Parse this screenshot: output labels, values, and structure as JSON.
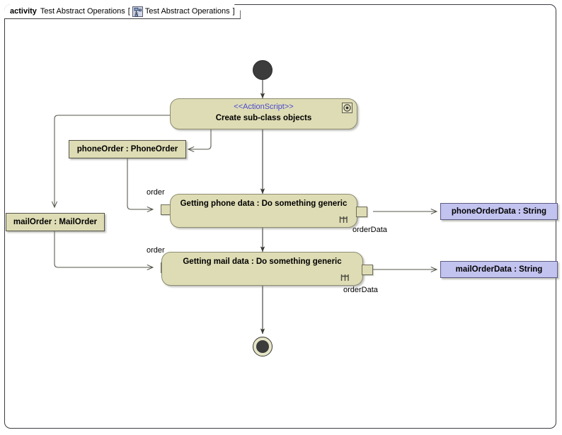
{
  "frame": {
    "keyword": "activity",
    "name": "Test Abstract Operations",
    "bracket_open": "[",
    "bracket_close": "]",
    "inner_name": "Test Abstract Operations",
    "icon": "activity-diagram-icon",
    "border_color": "#3b3b44",
    "background": "#ffffff"
  },
  "colors": {
    "action_fill": "#dedcb4",
    "action_border": "#8d8c72",
    "object_fill": "#dedcb4",
    "datastore_fill": "#c3c3f0",
    "stereotype_text": "#4a4ad0",
    "node_dark": "#3c3c3c",
    "line": "#3a3a33"
  },
  "nodes": {
    "initial": {
      "name": "initial-node",
      "shape": "filled-circle"
    },
    "final": {
      "name": "activity-final-node",
      "shape": "ringed-circle"
    },
    "create_action": {
      "stereotype": "<<ActionScript>>",
      "label": "Create sub-class objects",
      "badge_icon": "action-script-badge-icon"
    },
    "phone_order_object": {
      "label": "phoneOrder : PhoneOrder"
    },
    "mail_order_object": {
      "label": "mailOrder : MailOrder"
    },
    "phone_action": {
      "label": "Getting phone data : Do something generic",
      "rake_icon": "call-behavior-rake-icon"
    },
    "mail_action": {
      "label": "Getting mail data : Do something generic",
      "rake_icon": "call-behavior-rake-icon"
    },
    "phone_order_data": {
      "label": "phoneOrderData : String"
    },
    "mail_order_data": {
      "label": "mailOrderData : String"
    }
  },
  "pins": {
    "phone_input": {
      "label": "order"
    },
    "phone_output": {
      "label": "orderData"
    },
    "mail_input": {
      "label": "order"
    },
    "mail_output": {
      "label": "orderData"
    }
  }
}
